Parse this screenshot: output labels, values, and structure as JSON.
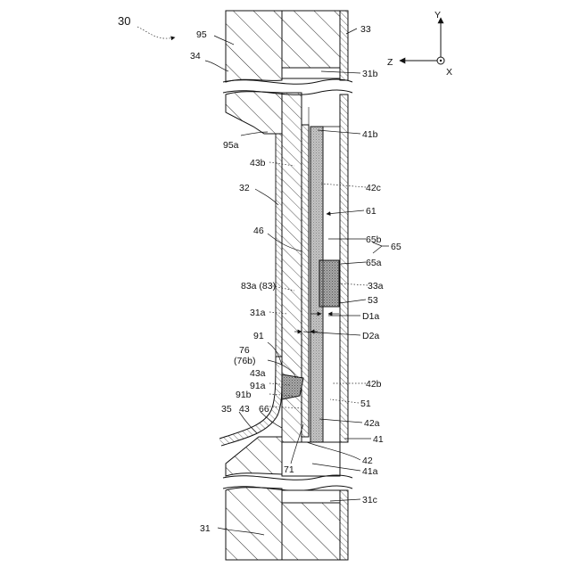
{
  "colors": {
    "ink": "#111111",
    "stipple": "#bdbdbd",
    "stipple_dark": "#9e9e9e",
    "background": "#ffffff"
  },
  "axes": {
    "y": "Y",
    "z": "Z",
    "x": "X"
  },
  "labels": {
    "l30": "30",
    "l95": "95",
    "l34": "34",
    "l33": "33",
    "l31b": "31b",
    "l95a": "95a",
    "l43b": "43b",
    "l41b": "41b",
    "l42c": "42c",
    "l32": "32",
    "l61": "61",
    "l46": "46",
    "l65b": "65b",
    "l65": "65",
    "l65a": "65a",
    "l83a": "83a (83)",
    "l33a": "33a",
    "l31a": "31a",
    "l53": "53",
    "l91": "91",
    "l76": "76",
    "l76b": "(76b)",
    "l43a": "43a",
    "l91a": "91a",
    "l91b": "91b",
    "l42b": "42b",
    "l35": "35",
    "l43": "43",
    "l66": "66",
    "l51": "51",
    "l42a": "42a",
    "l41": "41",
    "l71": "71",
    "l42": "42",
    "l41a": "41a",
    "l31c": "31c",
    "l31": "31",
    "lD1a": "D1a",
    "lD2a": "D2a"
  }
}
